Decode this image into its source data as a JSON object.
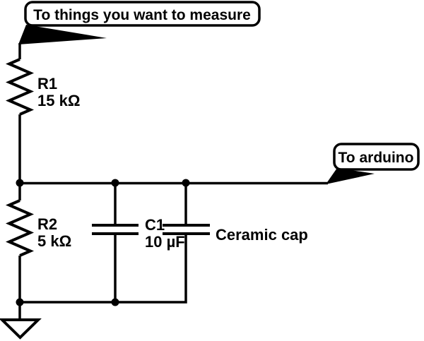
{
  "diagram": {
    "kind": "circuit-schematic",
    "colors": {
      "ink": "#000000",
      "background": "#ffffff"
    },
    "callouts": {
      "measure": {
        "label": "To things you want to measure"
      },
      "arduino": {
        "label": "To arduino"
      }
    },
    "components": {
      "r1": {
        "name": "R1",
        "value": "15 kΩ"
      },
      "r2": {
        "name": "R2",
        "value": "5 kΩ"
      },
      "c1": {
        "name": "C1",
        "value": "10 µF",
        "note": "Ceramic cap"
      }
    }
  }
}
